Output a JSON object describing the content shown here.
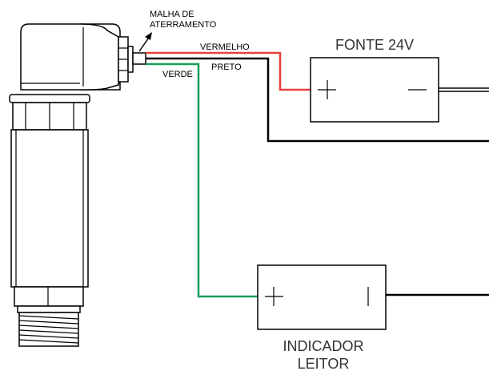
{
  "labels": {
    "ground_mesh_line1": "MALHA DE",
    "ground_mesh_line2": "ATERRAMENTO",
    "wire_red": "VERMELHO",
    "wire_black": "PRETO",
    "wire_green": "VERDE",
    "power_supply": "FONTE 24V",
    "indicator_line1": "INDICADOR",
    "indicator_line2": "LEITOR"
  },
  "colors": {
    "red_wire": "#e8403c",
    "black_wire": "#000000",
    "green_wire": "#1a9c5a"
  }
}
